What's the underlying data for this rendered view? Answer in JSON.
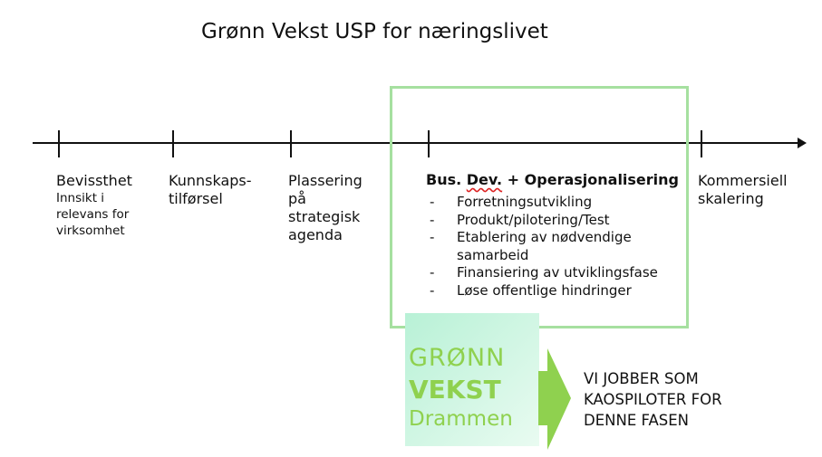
{
  "title": "Grønn Vekst USP for næringslivet",
  "stages": [
    {
      "label": "Bevissthet",
      "sub": "Innsikt i relevans for virksomhet"
    },
    {
      "label": "Kunnskaps-tilførsel"
    },
    {
      "label": "Plassering på strategisk agenda"
    },
    {
      "label_a": "Bus. ",
      "label_b": "Dev.",
      "label_c": " + Operasjonalisering"
    },
    {
      "label": "Kommersiell skalering"
    }
  ],
  "bullet_marker": "-",
  "bullets": [
    "Forretningsutvikling",
    "Produkt/pilotering/Test",
    "Etablering av nødvendige samarbeid",
    "Finansiering av utviklingsfase",
    "Løse offentlige hindringer"
  ],
  "logo": {
    "line1": "GRØNN",
    "line2": "VEKST",
    "line3": "Drammen"
  },
  "slogan": "VI JOBBER SOM KAOSPILOTER FOR DENNE FASEN",
  "colors": {
    "frame": "#a6e0a0",
    "brand": "#8fd14f"
  }
}
